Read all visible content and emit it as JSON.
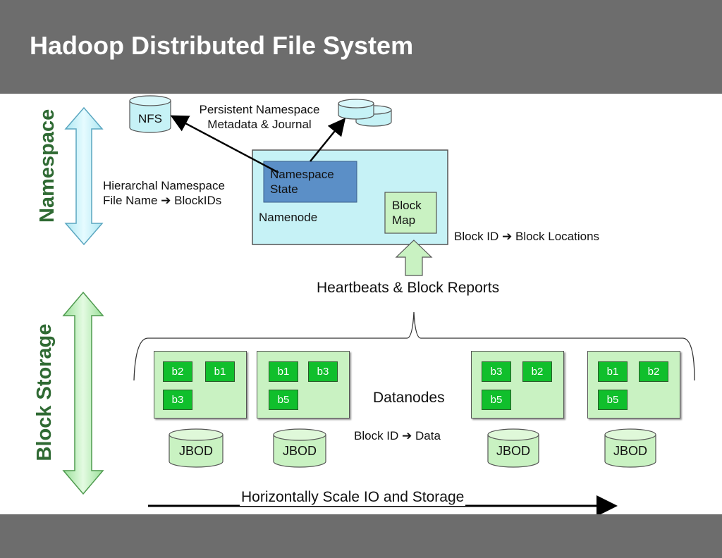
{
  "slide": {
    "title": "Hadoop Distributed File System"
  },
  "side_labels": {
    "namespace": "Namespace",
    "block_storage": "Block Storage"
  },
  "namespace": {
    "nfs": "NFS",
    "persistent_line1": "Persistent Namespace",
    "persistent_line2": "Metadata & Journal",
    "hier_line1": "Hierarchal Namespace",
    "hier_line2": "File Name ➔  BlockIDs",
    "namespace_state_line1": "Namespace",
    "namespace_state_line2": "State",
    "namenode": "Namenode",
    "block_map_line1": "Block",
    "block_map_line2": "Map",
    "block_locations": "Block ID ➔ Block Locations"
  },
  "heartbeats": "Heartbeats & Block Reports",
  "datanodes_label": "Datanodes",
  "block_data_label": "Block ID ➔ Data",
  "datanodes": [
    {
      "blocks": [
        "b2",
        "b1",
        "b3"
      ],
      "jbod": "JBOD"
    },
    {
      "blocks": [
        "b1",
        "b3",
        "b5"
      ],
      "jbod": "JBOD"
    },
    {
      "blocks": [
        "b3",
        "b2",
        "b5"
      ],
      "jbod": "JBOD"
    },
    {
      "blocks": [
        "b1",
        "b2",
        "b5"
      ],
      "jbod": "JBOD"
    }
  ],
  "scale_label": "Horizontally Scale IO and Storage",
  "colors": {
    "header": "#6d6d6d",
    "namenode_fill": "#c6f2f6",
    "namespace_state_fill": "#5b8fc7",
    "datanode_fill": "#c9f2c2",
    "block_fill": "#10bf2c",
    "label_green": "#2f6a33"
  }
}
